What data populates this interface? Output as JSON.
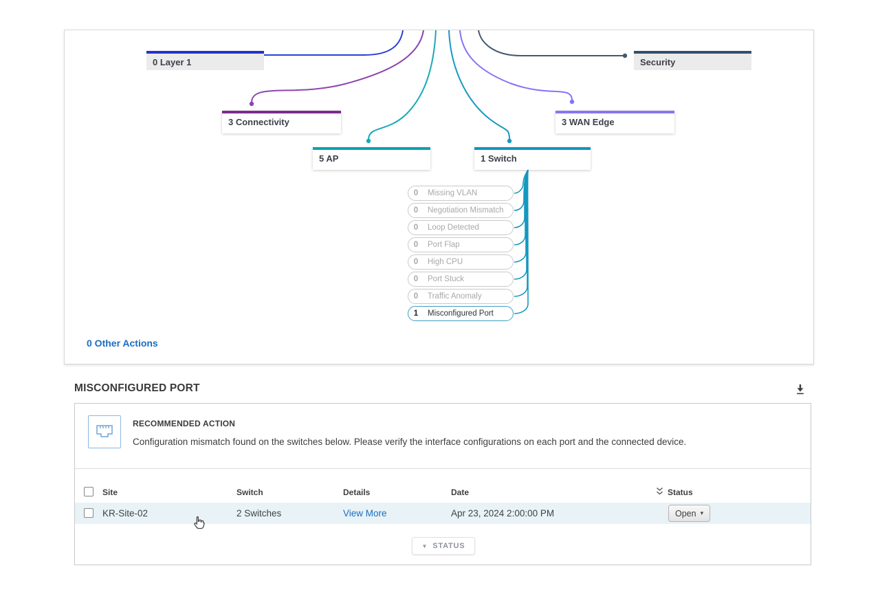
{
  "diagram": {
    "nodes": [
      {
        "label": "0 Layer 1"
      },
      {
        "label": "3 Connectivity"
      },
      {
        "label": "5 AP"
      },
      {
        "label": "1 Switch"
      },
      {
        "label": "3 WAN Edge"
      },
      {
        "label": "Security"
      }
    ],
    "switch_issues": [
      {
        "count": "0",
        "label": "Missing VLAN"
      },
      {
        "count": "0",
        "label": "Negotiation Mismatch"
      },
      {
        "count": "0",
        "label": "Loop Detected"
      },
      {
        "count": "0",
        "label": "Port Flap"
      },
      {
        "count": "0",
        "label": "High CPU"
      },
      {
        "count": "0",
        "label": "Port Stuck"
      },
      {
        "count": "0",
        "label": "Traffic Anomaly"
      },
      {
        "count": "1",
        "label": "Misconfigured Port"
      }
    ],
    "other_actions": "0 Other Actions",
    "colors": {
      "layer1": "#2433c9",
      "connectivity": "#8d44ad",
      "ap": "#16aab4",
      "switch": "#1598c0",
      "wan_edge": "#8273f8",
      "security": "#45586d",
      "active_pill_border": "#3f9dc2"
    }
  },
  "detail": {
    "title": "MISCONFIGURED PORT",
    "recommended_heading": "RECOMMENDED ACTION",
    "recommended_text": "Configuration mismatch found on the switches below. Please verify the interface configurations on each port and the connected device.",
    "table": {
      "headers": {
        "site": "Site",
        "switch": "Switch",
        "details": "Details",
        "date": "Date",
        "status": "Status"
      },
      "row": {
        "site": "KR-Site-02",
        "switch": "2 Switches",
        "details": "View More",
        "date": "Apr 23, 2024 2:00:00 PM",
        "status": "Open"
      }
    },
    "footer_button": "STATUS",
    "link_color": "#1a6dc0",
    "row_highlight": "#e9f2f6"
  }
}
